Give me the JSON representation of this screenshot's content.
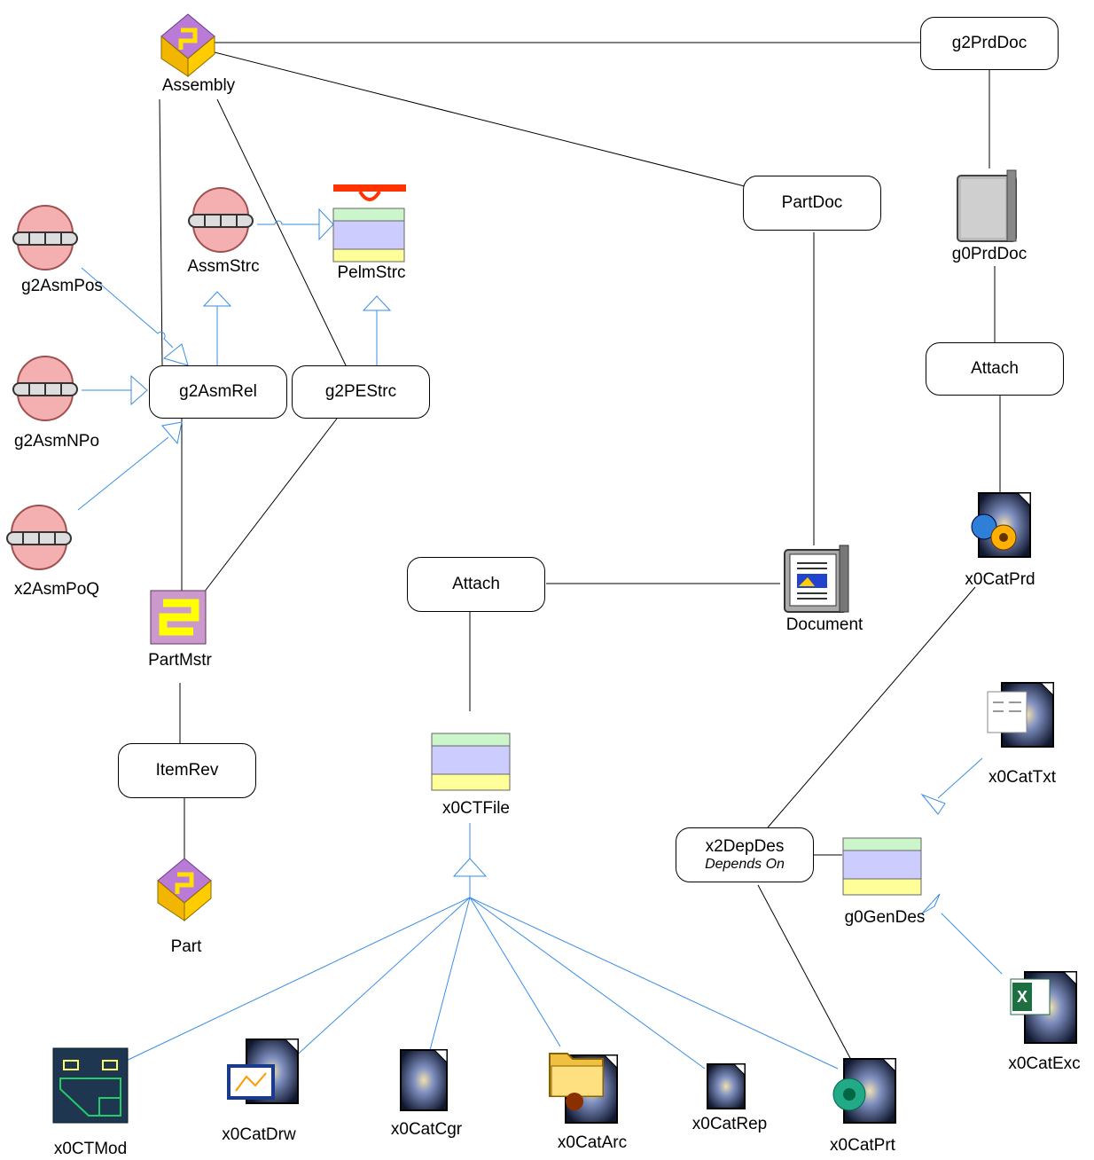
{
  "boxes": {
    "g2PrdDoc": "g2PrdDoc",
    "PartDoc": "PartDoc",
    "Attach_top": "Attach",
    "g2AsmRel": "g2AsmRel",
    "g2PEStrc": "g2PEStrc",
    "Attach_mid": "Attach",
    "ItemRev": "ItemRev",
    "x2DepDes": "x2DepDes",
    "x2DepDes_sub": "Depends On"
  },
  "labels": {
    "Assembly": "Assembly",
    "AssmStrc": "AssmStrc",
    "PelmStrc": "PelmStrc",
    "g2AsmPos": "g2AsmPos",
    "g2AsmNPo": "g2AsmNPo",
    "x2AsmPoQ": "x2AsmPoQ",
    "PartMstr": "PartMstr",
    "Part": "Part",
    "g0PrdDoc": "g0PrdDoc",
    "x0CatPrd": "x0CatPrd",
    "Document": "Document",
    "x0CTFile": "x0CTFile",
    "x0CatTxt": "x0CatTxt",
    "g0GenDes": "g0GenDes",
    "x0CatExc": "x0CatExc",
    "x0CTMod": "x0CTMod",
    "x0CatDrw": "x0CatDrw",
    "x0CatCgr": "x0CatCgr",
    "x0CatArc": "x0CatArc",
    "x0CatRep": "x0CatRep",
    "x0CatPrt": "x0CatPrt"
  },
  "icons": {
    "assembly": "assembly-cube-icon",
    "part": "part-cube-icon",
    "chain": "chain-link-icon",
    "table": "table-class-icon",
    "partmstr": "part-master-icon",
    "server": "server-icon",
    "document": "document-icon",
    "catia_file": "catia-file-icon",
    "excel": "excel-file-icon",
    "text": "text-file-icon",
    "ctmod": "ct-model-icon",
    "folder": "folder-icon"
  },
  "colors": {
    "relation_line": "#000000",
    "inheritance_line": "#3a8ee6",
    "table_top": "#ccf5cc",
    "table_mid": "#ccccff",
    "table_bottom": "#ffff99",
    "chain_fill": "#f4b0b0"
  }
}
